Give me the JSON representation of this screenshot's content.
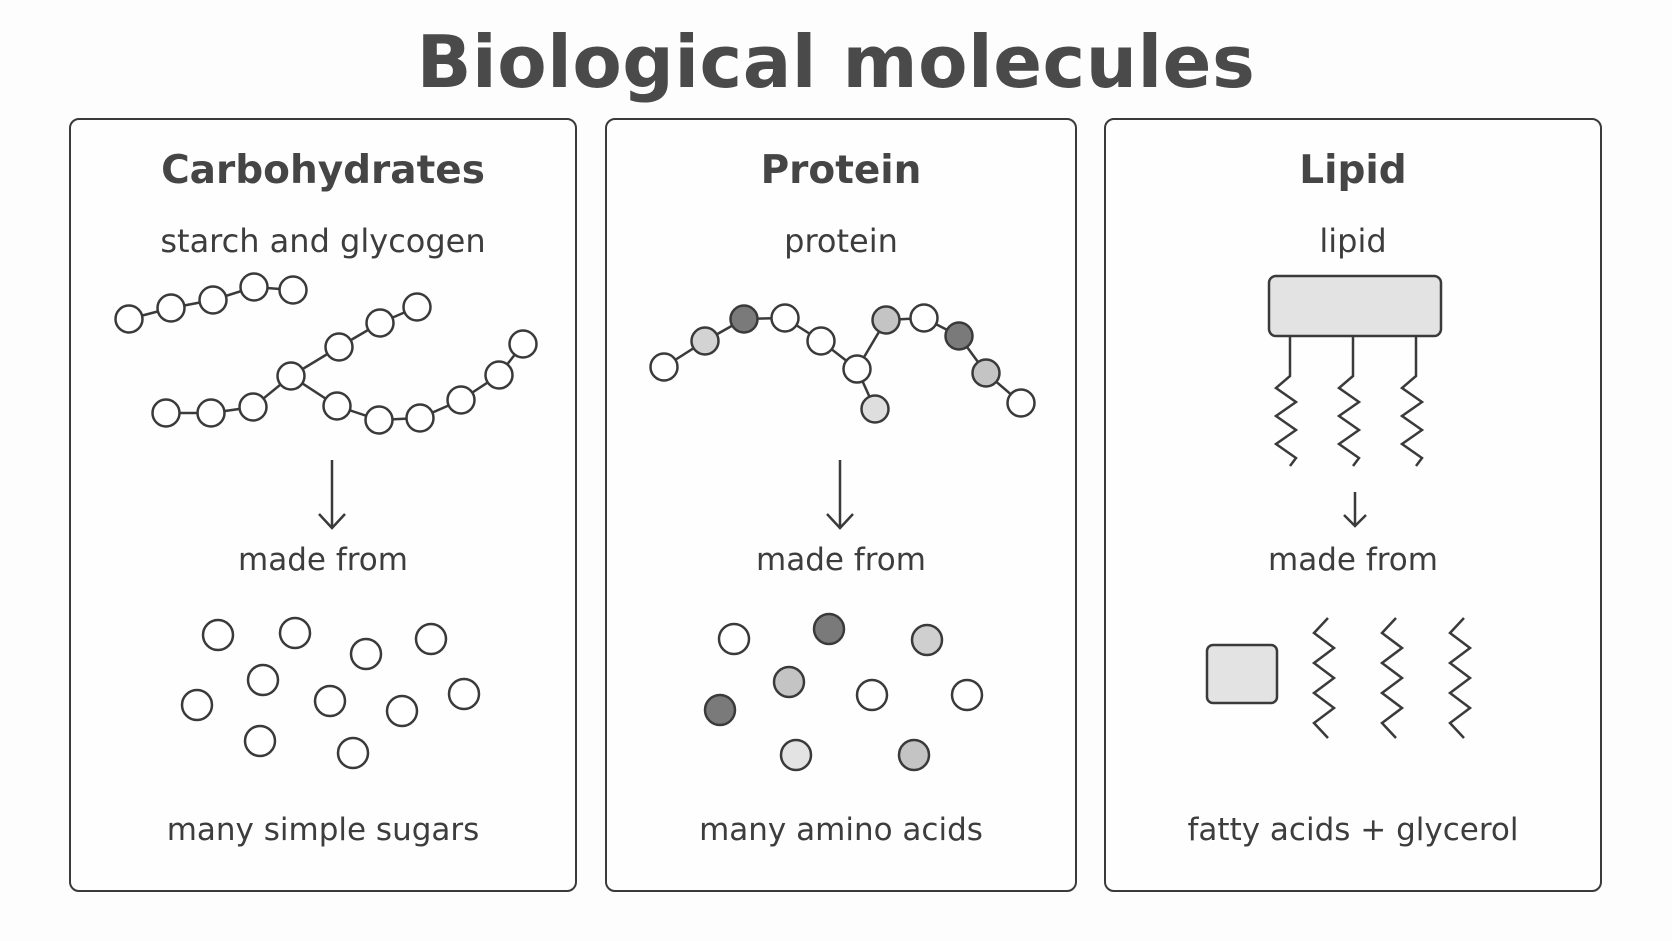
{
  "title": "Biological molecules",
  "colors": {
    "white": "#ffffff",
    "light": "#dcdcdc",
    "mid": "#bdbdbd",
    "dark": "#7a7a7a",
    "stroke": "#3a3a3a",
    "box": "#e3e3e3"
  },
  "panels": {
    "carbohydrates": {
      "title": "Carbohydrates",
      "subtitle": "starch and glycogen",
      "made_from": "made from",
      "bottom": "many simple sugars"
    },
    "protein": {
      "title": "Protein",
      "subtitle": "protein",
      "made_from": "made from",
      "bottom": "many amino acids"
    },
    "lipid": {
      "title": "Lipid",
      "subtitle": "lipid",
      "made_from": "made from",
      "bottom": "fatty acids + glycerol"
    }
  }
}
